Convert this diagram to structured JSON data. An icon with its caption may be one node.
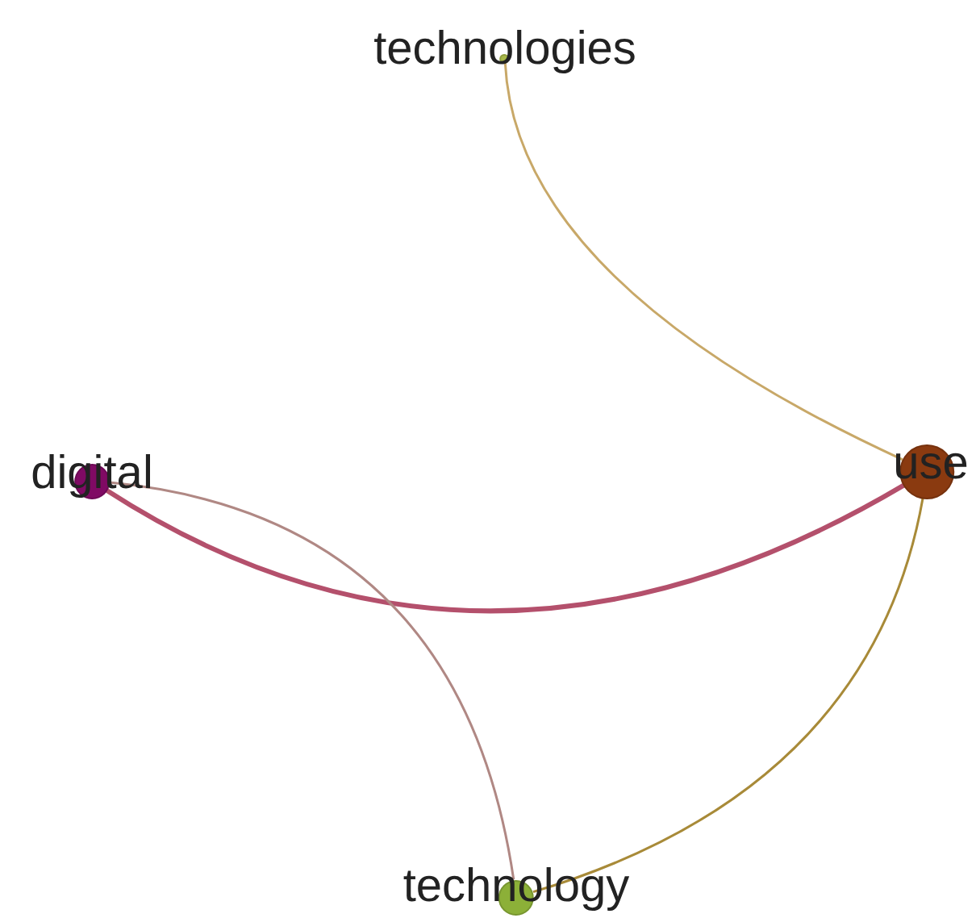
{
  "diagram": {
    "nodes": [
      {
        "text": [
          "technologies"
        ]
      },
      {
        "text": [
          "use"
        ]
      },
      {
        "text": [
          "digital"
        ]
      },
      {
        "text": [
          "technology"
        ]
      }
    ],
    "edges": [
      {
        "from": 0,
        "to": 1,
        "arrow": "none",
        "color": "#c8a868"
      },
      {
        "from": 2,
        "to": 1,
        "arrow": "none",
        "style": "thick",
        "color": "#b4506c"
      },
      {
        "from": 2,
        "to": 3,
        "arrow": "none",
        "color": "#b08884"
      },
      {
        "from": 1,
        "to": 3,
        "arrow": "none",
        "color": "#a88a38"
      }
    ]
  }
}
